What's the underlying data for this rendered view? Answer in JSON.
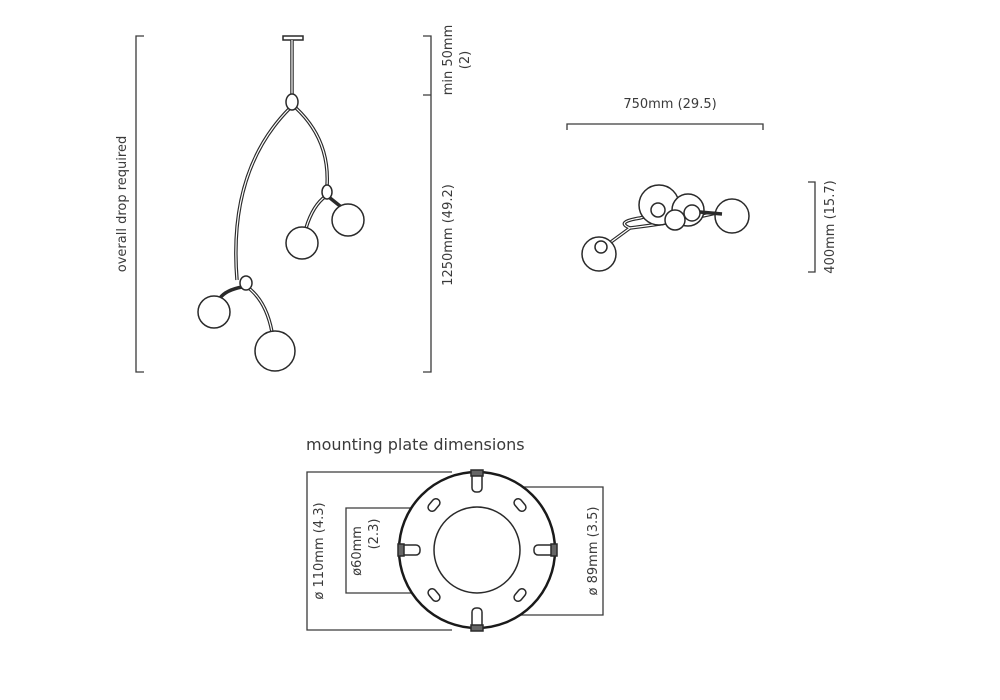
{
  "side_view": {
    "overall_label": "overall drop required",
    "min_label": "min 50mm",
    "min_inch": "(2)",
    "drop_label": "1250mm (49.2)"
  },
  "top_view": {
    "width_label": "750mm (29.5)",
    "height_label": "400mm (15.7)"
  },
  "mounting_plate": {
    "title": "mounting plate dimensions",
    "outer_label": "ø 110mm (4.3)",
    "inner_label": "ø60mm",
    "inner_inch": "(2.3)",
    "fixing_label": "ø 89mm (3.5)"
  }
}
